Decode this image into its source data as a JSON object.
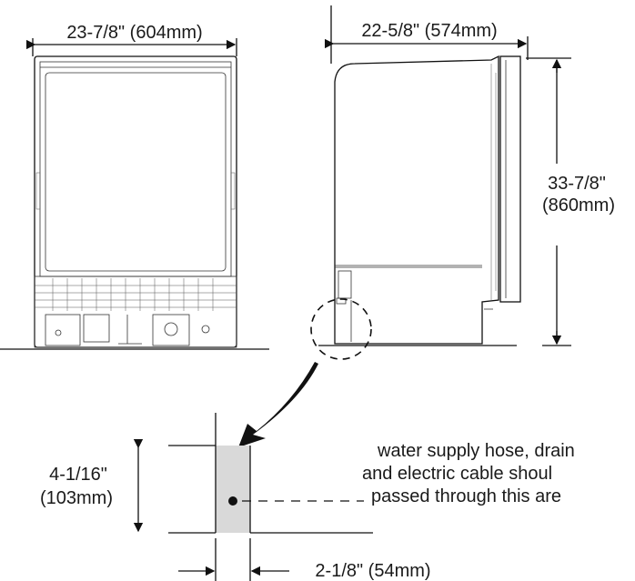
{
  "front_view": {
    "width_label": "23-7/8\" (604mm)"
  },
  "side_view": {
    "depth_label": "22-5/8\" (574mm)",
    "height_label_line1": "33-7/8\"",
    "height_label_line2": "(860mm)"
  },
  "detail": {
    "height_label_line1": "4-1/16\"",
    "height_label_line2": "(103mm)",
    "width_label": "2-1/8\" (54mm)",
    "note_line1": "water supply hose, drain",
    "note_line2": "and electric cable shoul",
    "note_line3": "passed through this are"
  },
  "colors": {
    "line": "#111111",
    "shaded_area": "#d9d9d9",
    "background": "#ffffff"
  }
}
